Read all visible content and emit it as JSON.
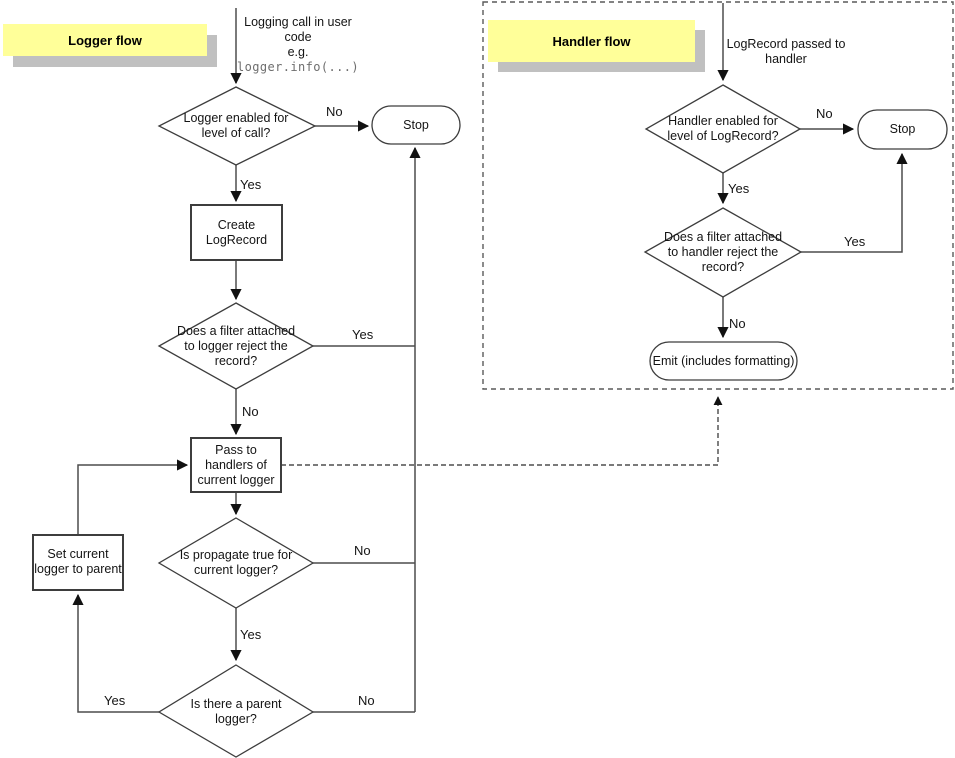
{
  "palette": {
    "label_bg": "#ffff99",
    "label_shadow": "#c0c0c0",
    "connector": "#4d4d4d",
    "shape_stroke": "#3d3d3d"
  },
  "logger_flow": {
    "title": "Logger flow",
    "start_note": "Logging call in user\ncode\ne.g.",
    "start_code": "logger.info(...)",
    "nodes": {
      "level_check": "Logger enabled for\nlevel of call?",
      "stop": "Stop",
      "create_record": "Create\nLogRecord",
      "filter_check": "Does a filter attached\nto logger reject the\nrecord?",
      "pass_handlers": "Pass to\nhandlers of\ncurrent logger",
      "propagate_check": "Is propagate true for\ncurrent logger?",
      "set_parent": "Set current\nlogger to parent",
      "parent_check": "Is there a parent\nlogger?"
    },
    "edges": {
      "level_no": "No",
      "level_yes": "Yes",
      "filter_yes": "Yes",
      "filter_no": "No",
      "propagate_no": "No",
      "propagate_yes": "Yes",
      "parent_yes": "Yes",
      "parent_no": "No"
    }
  },
  "handler_flow": {
    "title": "Handler flow",
    "start_note": "LogRecord passed to\nhandler",
    "nodes": {
      "level_check": "Handler enabled for\nlevel of LogRecord?",
      "stop": "Stop",
      "filter_check": "Does a filter attached\nto handler reject the\nrecord?",
      "emit": "Emit (includes formatting)"
    },
    "edges": {
      "level_no": "No",
      "level_yes": "Yes",
      "filter_yes": "Yes",
      "filter_no": "No"
    }
  }
}
